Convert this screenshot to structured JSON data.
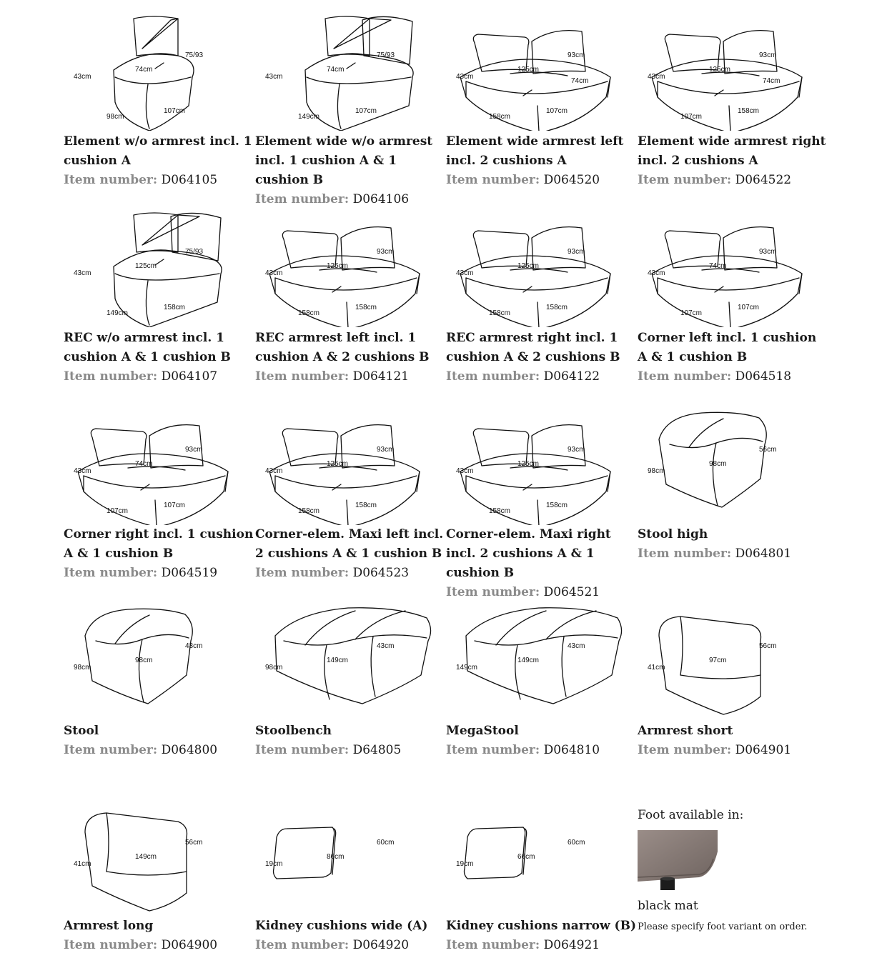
{
  "item_label": "Item number:",
  "products": [
    {
      "title": "Element w/o armrest incl. 1 cushion A",
      "item": "D064105",
      "kind": "seat",
      "dims": [
        "75/93",
        "74cm",
        "43cm",
        "98cm",
        "107cm"
      ]
    },
    {
      "title": "Element wide w/o armrest incl. 1 cushion A & 1 cushion B",
      "item": "D064106",
      "kind": "seat-wide",
      "dims": [
        "75/93",
        "74cm",
        "43cm",
        "149cm",
        "107cm"
      ]
    },
    {
      "title": "Element wide armrest left incl. 2 cushions A",
      "item": "D064520",
      "kind": "corner",
      "dims": [
        "93cm",
        "125cm",
        "43cm",
        "158cm",
        "107cm",
        "74cm"
      ]
    },
    {
      "title": "Element wide armrest right incl. 2 cushions A",
      "item": "D064522",
      "kind": "corner",
      "dims": [
        "93cm",
        "125cm",
        "43cm",
        "107cm",
        "158cm",
        "74cm"
      ]
    },
    {
      "title": "REC w/o armrest incl. 1 cushion A & 1 cushion B",
      "item": "D064107",
      "kind": "seat-wide",
      "dims": [
        "75/93",
        "125cm",
        "43cm",
        "149cm",
        "158cm"
      ]
    },
    {
      "title": "REC armrest left incl. 1 cushion A & 2 cushions B",
      "item": "D064121",
      "kind": "corner",
      "dims": [
        "93cm",
        "125cm",
        "43cm",
        "158cm",
        "158cm"
      ]
    },
    {
      "title": "REC armrest right incl. 1 cushion A & 2 cushions B",
      "item": "D064122",
      "kind": "corner",
      "dims": [
        "93cm",
        "125cm",
        "43cm",
        "158cm",
        "158cm"
      ]
    },
    {
      "title": "Corner left incl. 1 cushion A & 1 cushion B",
      "item": "D064518",
      "kind": "corner",
      "dims": [
        "93cm",
        "74cm",
        "43cm",
        "107cm",
        "107cm"
      ]
    },
    {
      "title": "Corner right incl. 1 cushion A & 1 cushion B",
      "item": "D064519",
      "kind": "corner",
      "dims": [
        "93cm",
        "74cm",
        "43cm",
        "107cm",
        "107cm"
      ]
    },
    {
      "title": "Corner-elem. Maxi left incl. 2 cushions A & 1 cushion B",
      "item": "D064523",
      "kind": "corner",
      "dims": [
        "93cm",
        "125cm",
        "43cm",
        "158cm",
        "158cm"
      ]
    },
    {
      "title": "Corner-elem. Maxi right incl. 2 cushions A & 1 cushion B",
      "item": "D064521",
      "kind": "corner",
      "dims": [
        "93cm",
        "125cm",
        "43cm",
        "158cm",
        "158cm"
      ]
    },
    {
      "title": "Stool high",
      "item": "D064801",
      "kind": "stool",
      "dims": [
        "56cm",
        "98cm",
        "98cm"
      ]
    },
    {
      "title": "Stool",
      "item": "D064800",
      "kind": "stool",
      "dims": [
        "43cm",
        "98cm",
        "98cm"
      ]
    },
    {
      "title": "Stoolbench",
      "item": "D64805",
      "kind": "bench",
      "dims": [
        "43cm",
        "149cm",
        "98cm"
      ]
    },
    {
      "title": "MegaStool",
      "item": "D064810",
      "kind": "bench",
      "dims": [
        "43cm",
        "149cm",
        "149cm"
      ]
    },
    {
      "title": "Armrest short",
      "item": "D064901",
      "kind": "armrest",
      "dims": [
        "56cm",
        "97cm",
        "41cm"
      ]
    },
    {
      "title": "Armrest long",
      "item": "D064900",
      "kind": "armrest",
      "dims": [
        "56cm",
        "149cm",
        "41cm"
      ]
    },
    {
      "title": "Kidney cushions wide (A)",
      "item": "D064920",
      "kind": "cushion",
      "dims": [
        "60cm",
        "86cm",
        "19cm"
      ]
    },
    {
      "title": "Kidney cushions narrow (B)",
      "item": "D064921",
      "kind": "cushion",
      "dims": [
        "60cm",
        "66cm",
        "19cm"
      ]
    }
  ],
  "foot": {
    "title": "Foot available in:",
    "variant": "black mat",
    "note": "Please specify foot variant on order."
  },
  "colors": {
    "ink": "#1a1a1a",
    "muted": "#8a8a8a",
    "photo": "#8c7f7a"
  }
}
